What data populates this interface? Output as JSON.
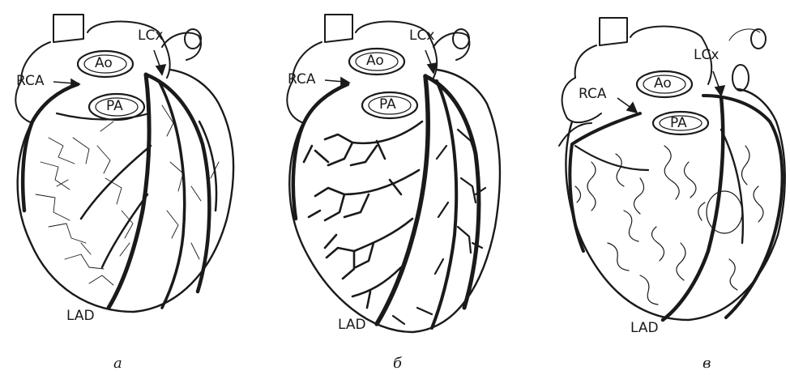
{
  "panels": [
    {
      "caption": "а",
      "labels": {
        "ao": "Ao",
        "pa": "PA",
        "lcx": "LCx",
        "rca": "RCA",
        "lad": "LAD"
      }
    },
    {
      "caption": "б",
      "labels": {
        "ao": "Ao",
        "pa": "PA",
        "lcx": "LCx",
        "rca": "RCA",
        "lad": "LAD"
      }
    },
    {
      "caption": "в",
      "labels": {
        "ao": "Ao",
        "pa": "PA",
        "lcx": "LCx",
        "rca": "RCA",
        "lad": "LAD"
      }
    }
  ],
  "colors": {
    "ink": "#1a1a1a",
    "background": "#ffffff"
  }
}
